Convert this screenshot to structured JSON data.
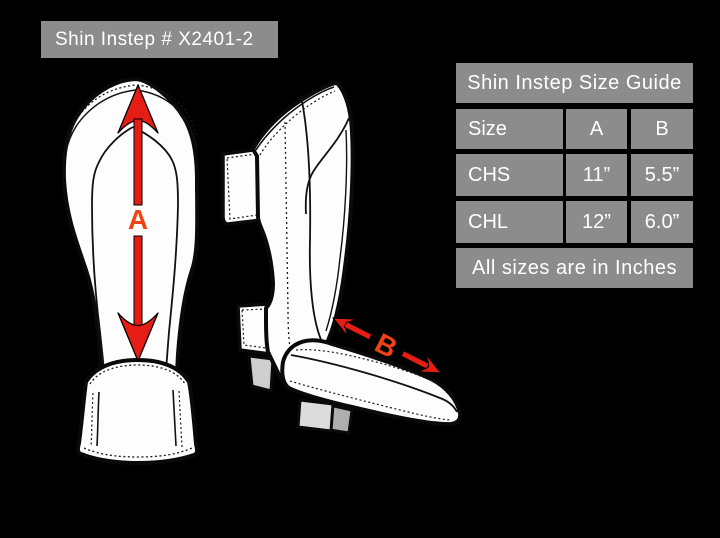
{
  "product_label": {
    "text": "Shin Instep # X2401-2"
  },
  "size_guide": {
    "title": "Shin Instep Size Guide",
    "columns": [
      "Size",
      "A",
      "B"
    ],
    "rows": [
      {
        "size": "CHS",
        "a": "11”",
        "b": "5.5”"
      },
      {
        "size": "CHL",
        "a": "12”",
        "b": "6.0”"
      }
    ],
    "footnote": "All sizes are in Inches"
  },
  "diagram": {
    "measure_a_label": "A",
    "measure_b_label": "B",
    "arrow_color": "#e51d14",
    "measure_label_color": "#f04214",
    "outline_color": "#0a0a0a",
    "guard_fill_color": "#fdfdfd",
    "strap_gray_color": "#cfcfcf",
    "box_gray_color": "#8c8c8c",
    "text_color": "#ffffff",
    "background_color": "#000000"
  }
}
